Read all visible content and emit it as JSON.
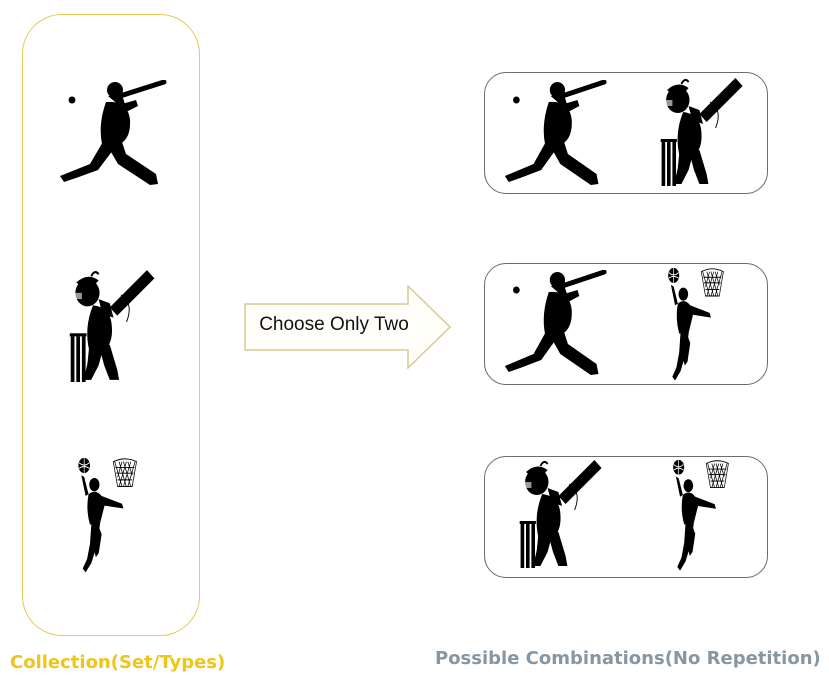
{
  "arrow": {
    "label": "Choose Only Two"
  },
  "captions": {
    "collection": "Collection(Set/Types)",
    "combinations": "Possible Combinations(No Repetition)"
  },
  "collection": {
    "items": [
      {
        "icon": "baseball-batter-icon"
      },
      {
        "icon": "cricket-batsman-icon"
      },
      {
        "icon": "basketball-player-icon"
      }
    ]
  },
  "combinations": [
    {
      "items": [
        "baseball-batter-icon",
        "cricket-batsman-icon"
      ]
    },
    {
      "items": [
        "baseball-batter-icon",
        "basketball-player-icon"
      ]
    },
    {
      "items": [
        "cricket-batsman-icon",
        "basketball-player-icon"
      ]
    }
  ],
  "colors": {
    "collection_border": "#e8c85a",
    "collection_caption": "#f0c419",
    "combination_border": "#6b6b6b",
    "combination_caption": "#8696a3",
    "arrow_border": "#d8c89a",
    "silhouette": "#000000"
  }
}
